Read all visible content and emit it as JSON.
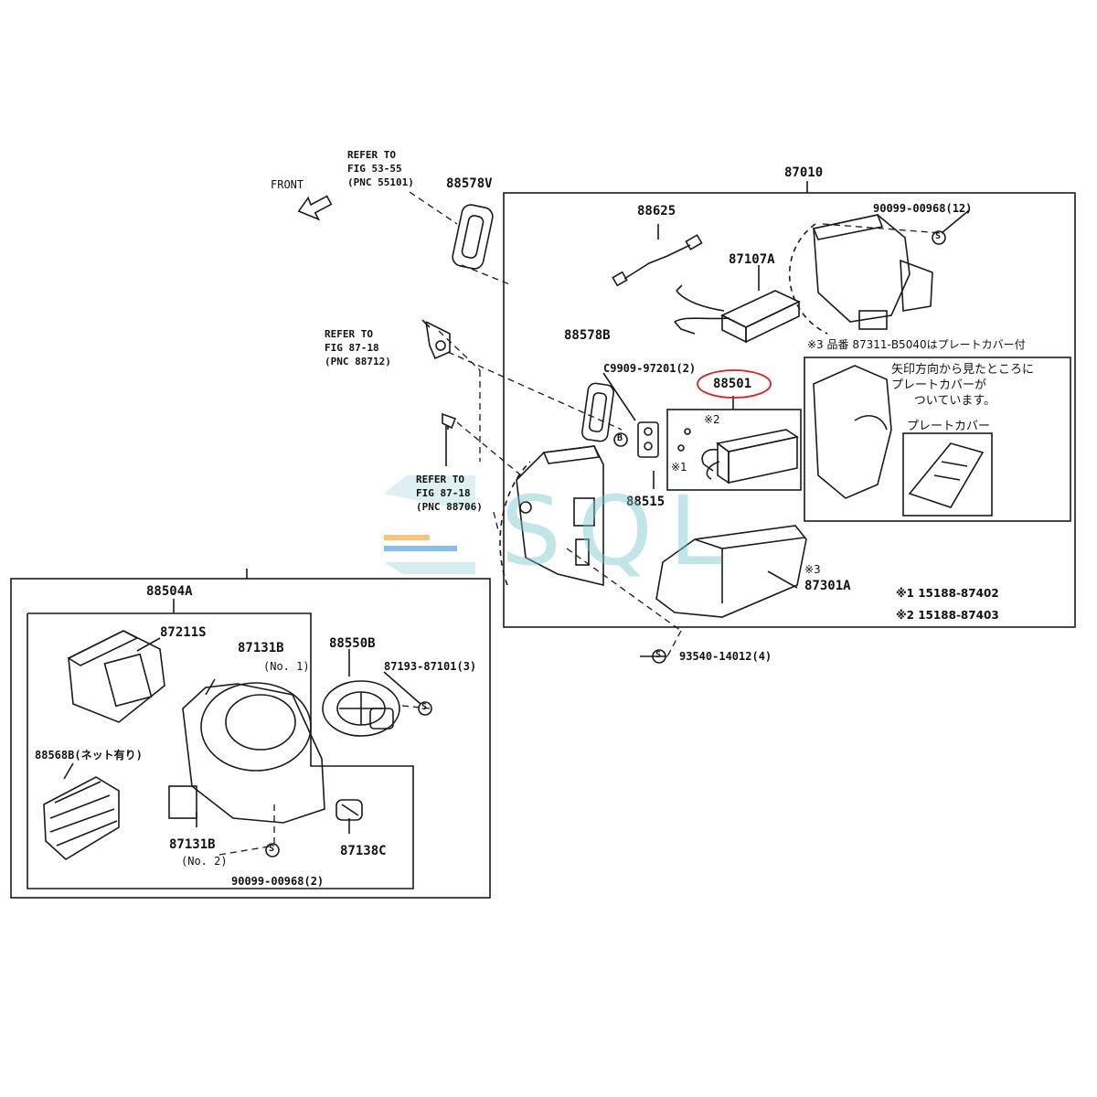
{
  "labels": {
    "front": "FRONT",
    "ref_fig53": "REFER TO\nFIG 53-55\n(PNC 55101)",
    "ref_fig87_88712": "REFER TO\nFIG 87-18\n(PNC 88712)",
    "ref_fig87_88706": "REFER TO\nFIG 87-18\n(PNC 88706)",
    "p88578V": "88578V",
    "p87010": "87010",
    "p88625": "88625",
    "p87107A": "87107A",
    "p90099_12": "90099-00968(12)",
    "note3": "※3 品番 87311-B5040はプレートカバー付",
    "p88578B": "88578B",
    "pC9909": "C9909-97201(2)",
    "p88501": "88501",
    "mark2": "※2",
    "mark1": "※1",
    "p88515": "88515",
    "jp_arrow": "矢印方向から見たところに\nプレートカバーが\n      ついています。",
    "jp_plate": "プレートカバー",
    "mark3": "※3",
    "p87301A": "87301A",
    "note1": "※1 15188-87402",
    "note2": "※2 15188-87403",
    "p93540": "93540-14012(4)",
    "p88504A": "88504A",
    "p87211S": "87211S",
    "p87131B_1": "87131B",
    "no1": "(No. 1)",
    "p88550B": "88550B",
    "p87193": "87193-87101(3)",
    "p88568B": "88568B(ネット有り)",
    "p87131B_2": "87131B",
    "no2": "(No. 2)",
    "p87138C": "87138C",
    "p90099_2": "90099-00968(2)",
    "s_mark": "S",
    "b_mark": "B"
  },
  "watermark": "SQL",
  "colors": {
    "ink": "#1a1a1a",
    "highlight": "#e02020",
    "watermark": "#7cc8cd"
  }
}
